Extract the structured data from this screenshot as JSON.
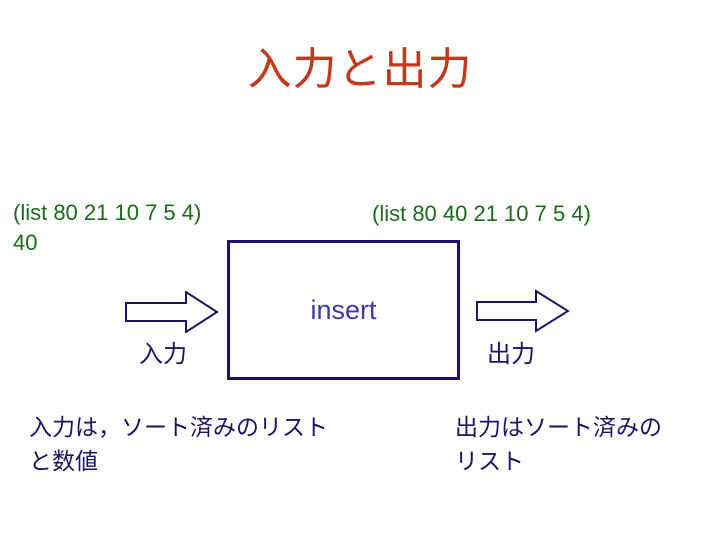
{
  "slide": {
    "title": "入力と出力",
    "title_color": "#c23a1c",
    "background": "#ffffff"
  },
  "expressions": {
    "input": {
      "line1": "(list 80 21 10 7 5 4)",
      "line2": "40",
      "color": "#1a6b1a"
    },
    "output": {
      "line1": "(list 80 40 21 10 7 5 4)",
      "color": "#1a6b1a"
    }
  },
  "process": {
    "label": "insert",
    "label_color": "#3b39a8",
    "border_color": "#1b1464"
  },
  "arrows": {
    "input": {
      "label": "入力",
      "direction": "right",
      "stroke_color": "#1b1464",
      "fill_color": "#ffffff"
    },
    "output": {
      "label": "出力",
      "direction": "right",
      "stroke_color": "#1b1464",
      "fill_color": "#ffffff"
    }
  },
  "captions": {
    "input": {
      "line1": "入力は，ソート済みのリスト",
      "line2": "と数値",
      "color": "#1b1464"
    },
    "output": {
      "line1": "出力はソート済みの",
      "line2": "リスト",
      "color": "#1b1464"
    }
  }
}
